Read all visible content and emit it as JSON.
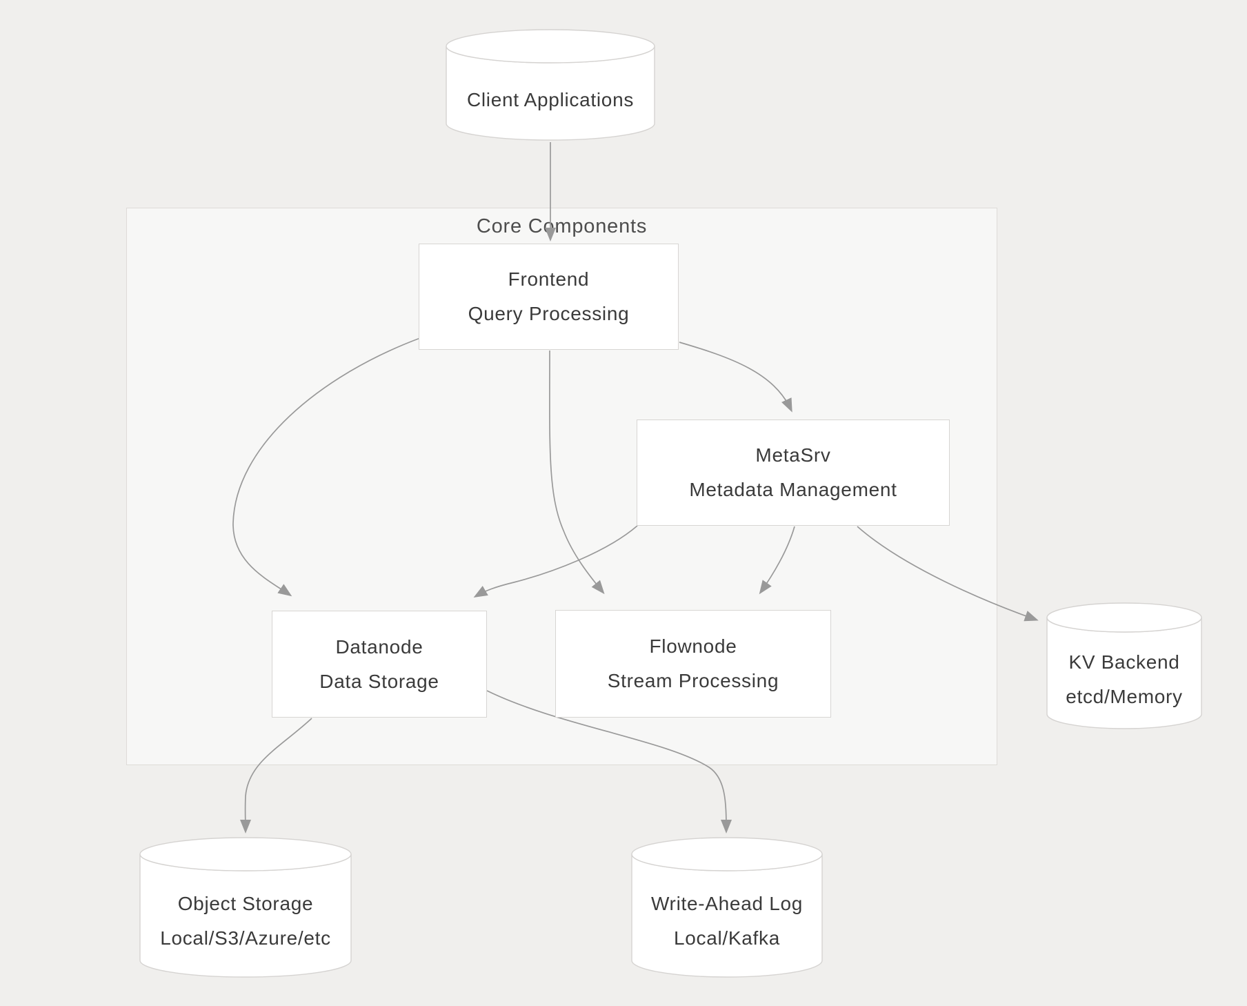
{
  "diagram": {
    "group_label": "Core Components",
    "nodes": {
      "client_applications": {
        "shape": "cylinder",
        "lines": [
          "Client Applications"
        ]
      },
      "frontend": {
        "shape": "rect",
        "lines": [
          "Frontend",
          "Query Processing"
        ]
      },
      "metasrv": {
        "shape": "rect",
        "lines": [
          "MetaSrv",
          "Metadata Management"
        ]
      },
      "datanode": {
        "shape": "rect",
        "lines": [
          "Datanode",
          "Data Storage"
        ]
      },
      "flownode": {
        "shape": "rect",
        "lines": [
          "Flownode",
          "Stream Processing"
        ]
      },
      "kv_backend": {
        "shape": "cylinder",
        "lines": [
          "KV Backend",
          "etcd/Memory"
        ]
      },
      "object_storage": {
        "shape": "cylinder",
        "lines": [
          "Object Storage",
          "Local/S3/Azure/etc"
        ]
      },
      "write_ahead_log": {
        "shape": "cylinder",
        "lines": [
          "Write-Ahead Log",
          "Local/Kafka"
        ]
      }
    },
    "edges": [
      {
        "from": "Client Applications",
        "to": "Frontend"
      },
      {
        "from": "Frontend",
        "to": "Datanode"
      },
      {
        "from": "Frontend",
        "to": "Flownode"
      },
      {
        "from": "Frontend",
        "to": "MetaSrv"
      },
      {
        "from": "MetaSrv",
        "to": "Datanode"
      },
      {
        "from": "MetaSrv",
        "to": "Flownode"
      },
      {
        "from": "MetaSrv",
        "to": "KV Backend"
      },
      {
        "from": "Datanode",
        "to": "Object Storage"
      },
      {
        "from": "Datanode",
        "to": "Write-Ahead Log"
      }
    ],
    "colors": {
      "canvas_bg": "#f0efed",
      "group_bg": "#f7f7f6",
      "group_border": "#dedbd8",
      "node_fill": "#ffffff",
      "node_border": "#d7d5d3",
      "edge": "#999999",
      "text": "#3a3a3a",
      "group_label_text": "#4d4d4d"
    }
  }
}
